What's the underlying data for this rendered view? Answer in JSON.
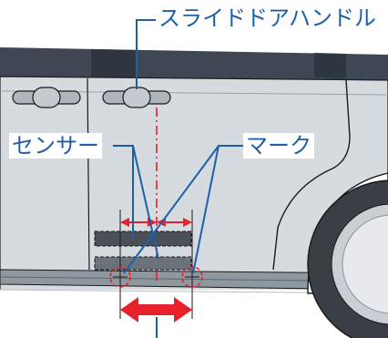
{
  "labels": {
    "sliding_door_handle": "スライドドアハンドル",
    "sensor": "センサー",
    "mark": "マーク"
  },
  "colors": {
    "callout": "#1f5fa8",
    "guide_red": "#e8202a",
    "body_gray": "#d6dbe0",
    "window_dark": "#3e4753",
    "outline": "#1a1a1a"
  }
}
